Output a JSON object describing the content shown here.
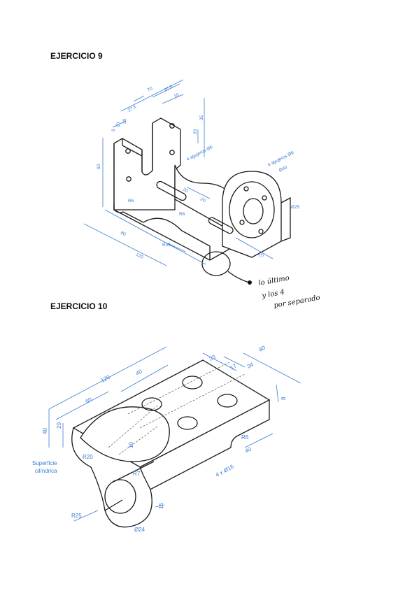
{
  "ex9": {
    "title": "EJERCICIO 9",
    "dims": {
      "d70": "70",
      "d27_5a": "27.5",
      "d27_5b": "27.5",
      "d10a": "10",
      "d10b": "10",
      "d20a": "20",
      "d9": "9",
      "d35": "35",
      "d20b": "20",
      "holes6": "4 agujeros Ø6",
      "d60": "60",
      "r6a": "R6",
      "d20c": "20",
      "d20d": "20",
      "r6b": "R6",
      "d80": "80",
      "r35": "R35",
      "d120": "120",
      "d75": "75",
      "holes6b": "4 agujeros Ø6",
      "d40": "Ø40",
      "d25": "Ø25"
    },
    "note_line1": "lo último",
    "note_line2": "y los 4",
    "note_line3": "por separado"
  },
  "ex10": {
    "title": "EJERCICIO 10",
    "dims": {
      "d120": "120",
      "d40a": "40",
      "d60": "60",
      "d20": "20",
      "d40b": "40",
      "d23": "23",
      "d17": "17",
      "d34": "34",
      "d80": "80",
      "d8": "8",
      "r6": "R6",
      "d40c": "40",
      "holes": "4 x Ø16",
      "d10": "10",
      "r20": "R20",
      "r7": "R7",
      "sup1": "Superficie",
      "sup2": "cilíndrica",
      "r25": "R25",
      "d15": "15",
      "d24": "Ø24"
    }
  },
  "colors": {
    "dimension": "#3a7bd5",
    "line": "#1a1a1a"
  }
}
